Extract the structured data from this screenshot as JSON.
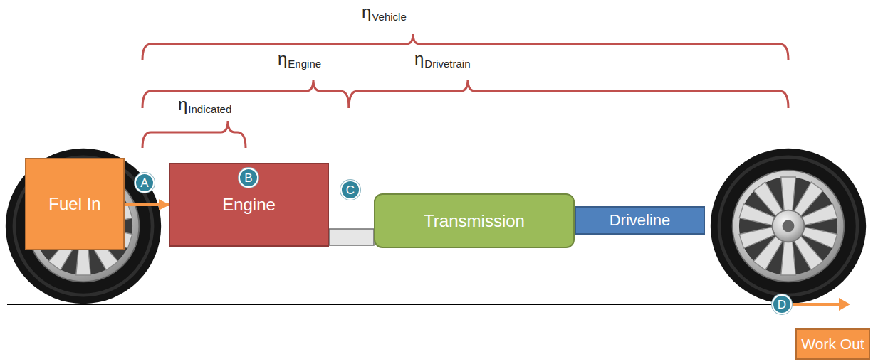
{
  "diagram": {
    "nodes": [
      {
        "text": [
          "Fuel In"
        ]
      },
      {
        "text": [
          "Engine"
        ]
      },
      {
        "text": [
          "Transmission"
        ]
      },
      {
        "text": [
          "Driveline"
        ]
      },
      {
        "text": [
          "Work Out"
        ]
      }
    ],
    "edges": [
      {
        "from": 0,
        "to": 1,
        "arrow": "to"
      },
      {
        "from": 1,
        "to": 2,
        "arrow": "none"
      }
    ],
    "labels": [
      "η",
      "Vehicle",
      "η",
      "Engine",
      "η",
      "Drivetrain",
      "η",
      "Indicated",
      "A",
      "B",
      "C",
      "D"
    ]
  }
}
